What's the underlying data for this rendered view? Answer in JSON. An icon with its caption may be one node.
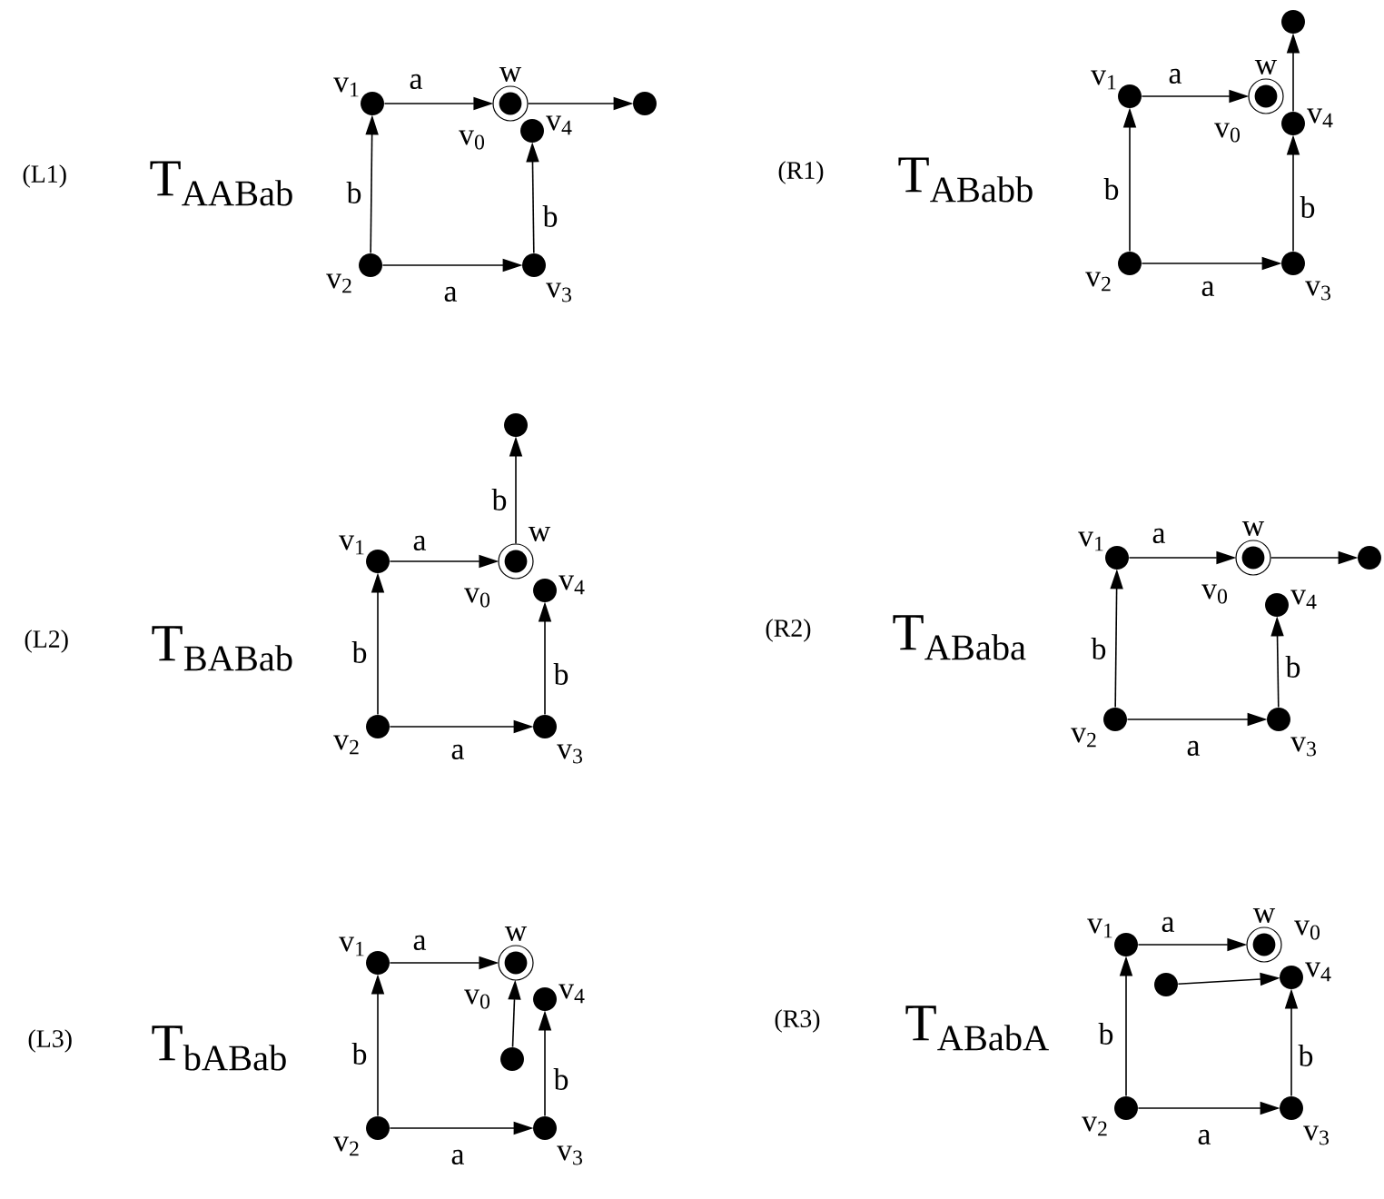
{
  "diagram": {
    "nodes": [
      {
        "text": [],
        "shape": "circle",
        "beside": [
          "v$_{1}$"
        ]
      },
      {
        "text": [],
        "shape": "ring",
        "beside": [
          "w",
          "v$_{0}$"
        ]
      },
      {
        "text": [],
        "shape": "circle"
      },
      {
        "text": [],
        "shape": "circle",
        "beside": [
          "v$_{4}$"
        ]
      },
      {
        "text": [],
        "shape": "circle",
        "beside": [
          "v$_{2}$"
        ]
      },
      {
        "text": [],
        "shape": "circle",
        "beside": [
          "v$_{3}$"
        ]
      },
      {
        "text": [],
        "shape": "circle"
      },
      {
        "text": [],
        "shape": "circle",
        "beside": [
          "v$_{1}$"
        ]
      },
      {
        "text": [],
        "shape": "ring",
        "beside": [
          "w",
          "v$_{0}$"
        ]
      },
      {
        "text": [],
        "shape": "circle",
        "beside": [
          "v$_{4}$"
        ]
      },
      {
        "text": [],
        "shape": "circle",
        "beside": [
          "v$_{2}$"
        ]
      },
      {
        "text": [],
        "shape": "circle",
        "beside": [
          "v$_{3}$"
        ]
      },
      {
        "text": [],
        "shape": "circle"
      },
      {
        "text": [],
        "shape": "circle",
        "beside": [
          "v$_{1}$"
        ]
      },
      {
        "text": [],
        "shape": "ring",
        "beside": [
          "w",
          "v$_{0}$"
        ]
      },
      {
        "text": [],
        "shape": "circle",
        "beside": [
          "v$_{4}$"
        ]
      },
      {
        "text": [],
        "shape": "circle",
        "beside": [
          "v$_{2}$"
        ]
      },
      {
        "text": [],
        "shape": "circle",
        "beside": [
          "v$_{3}$"
        ]
      },
      {
        "text": [],
        "shape": "circle",
        "beside": [
          "v$_{1}$"
        ]
      },
      {
        "text": [],
        "shape": "ring",
        "beside": [
          "w",
          "v$_{0}$"
        ]
      },
      {
        "text": [],
        "shape": "circle"
      },
      {
        "text": [],
        "shape": "circle",
        "beside": [
          "v$_{4}$"
        ]
      },
      {
        "text": [],
        "shape": "circle",
        "beside": [
          "v$_{2}$"
        ]
      },
      {
        "text": [],
        "shape": "circle",
        "beside": [
          "v$_{3}$"
        ]
      },
      {
        "text": [],
        "shape": "circle",
        "beside": [
          "v$_{1}$"
        ]
      },
      {
        "text": [],
        "shape": "ring",
        "beside": [
          "w",
          "v$_{0}$"
        ]
      },
      {
        "text": [],
        "shape": "circle",
        "beside": [
          "v$_{4}$"
        ]
      },
      {
        "text": [],
        "shape": "circle"
      },
      {
        "text": [],
        "shape": "circle",
        "beside": [
          "v$_{2}$"
        ]
      },
      {
        "text": [],
        "shape": "circle",
        "beside": [
          "v$_{3}$"
        ]
      },
      {
        "text": [],
        "shape": "circle",
        "beside": [
          "v$_{1}$"
        ]
      },
      {
        "text": [],
        "shape": "ring",
        "beside": [
          "w",
          "v$_{0}$"
        ]
      },
      {
        "text": [],
        "shape": "circle"
      },
      {
        "text": [],
        "shape": "circle",
        "beside": [
          "v$_{4}$"
        ]
      },
      {
        "text": [],
        "shape": "circle",
        "beside": [
          "v$_{2}$"
        ]
      },
      {
        "text": [],
        "shape": "circle",
        "beside": [
          "v$_{3}$"
        ]
      }
    ],
    "edges": [
      {
        "from": 4,
        "to": 0,
        "arrow": "to",
        "label": "b"
      },
      {
        "from": 0,
        "to": 1,
        "arrow": "to",
        "label": "a"
      },
      {
        "from": 1,
        "to": 2,
        "arrow": "to"
      },
      {
        "from": 4,
        "to": 5,
        "arrow": "to",
        "label": "a"
      },
      {
        "from": 5,
        "to": 3,
        "arrow": "to",
        "label": "b"
      },
      {
        "from": 10,
        "to": 7,
        "arrow": "to",
        "label": "b"
      },
      {
        "from": 7,
        "to": 8,
        "arrow": "to",
        "label": "a"
      },
      {
        "from": 9,
        "to": 6,
        "arrow": "to"
      },
      {
        "from": 10,
        "to": 11,
        "arrow": "to",
        "label": "a"
      },
      {
        "from": 11,
        "to": 9,
        "arrow": "to",
        "label": "b"
      },
      {
        "from": 16,
        "to": 13,
        "arrow": "to",
        "label": "b"
      },
      {
        "from": 13,
        "to": 14,
        "arrow": "to",
        "label": "a"
      },
      {
        "from": 14,
        "to": 12,
        "arrow": "to",
        "label": "b"
      },
      {
        "from": 16,
        "to": 17,
        "arrow": "to",
        "label": "a"
      },
      {
        "from": 17,
        "to": 15,
        "arrow": "to",
        "label": "b"
      },
      {
        "from": 22,
        "to": 18,
        "arrow": "to",
        "label": "b"
      },
      {
        "from": 18,
        "to": 19,
        "arrow": "to",
        "label": "a"
      },
      {
        "from": 19,
        "to": 20,
        "arrow": "to"
      },
      {
        "from": 22,
        "to": 23,
        "arrow": "to",
        "label": "a"
      },
      {
        "from": 23,
        "to": 21,
        "arrow": "to",
        "label": "b"
      },
      {
        "from": 28,
        "to": 24,
        "arrow": "to",
        "label": "b"
      },
      {
        "from": 24,
        "to": 25,
        "arrow": "to",
        "label": "a"
      },
      {
        "from": 27,
        "to": 25,
        "arrow": "to"
      },
      {
        "from": 28,
        "to": 29,
        "arrow": "to",
        "label": "a"
      },
      {
        "from": 29,
        "to": 26,
        "arrow": "to",
        "label": "b"
      },
      {
        "from": 34,
        "to": 30,
        "arrow": "to",
        "label": "b"
      },
      {
        "from": 30,
        "to": 31,
        "arrow": "to",
        "label": "a"
      },
      {
        "from": 32,
        "to": 33,
        "arrow": "to"
      },
      {
        "from": 34,
        "to": 35,
        "arrow": "to",
        "label": "a"
      },
      {
        "from": 35,
        "to": 33,
        "arrow": "to",
        "label": "b"
      }
    ],
    "labels": [
      "(L1)",
      "T$_{AABab}$",
      "(R1)",
      "T$_{ABabb}$",
      "(L2)",
      "T$_{BABab}$",
      "(R2)",
      "T$_{ABaba}$",
      "(L3)",
      "T$_{bABab}$",
      "(R3)",
      "T$_{ABabA}$"
    ]
  }
}
